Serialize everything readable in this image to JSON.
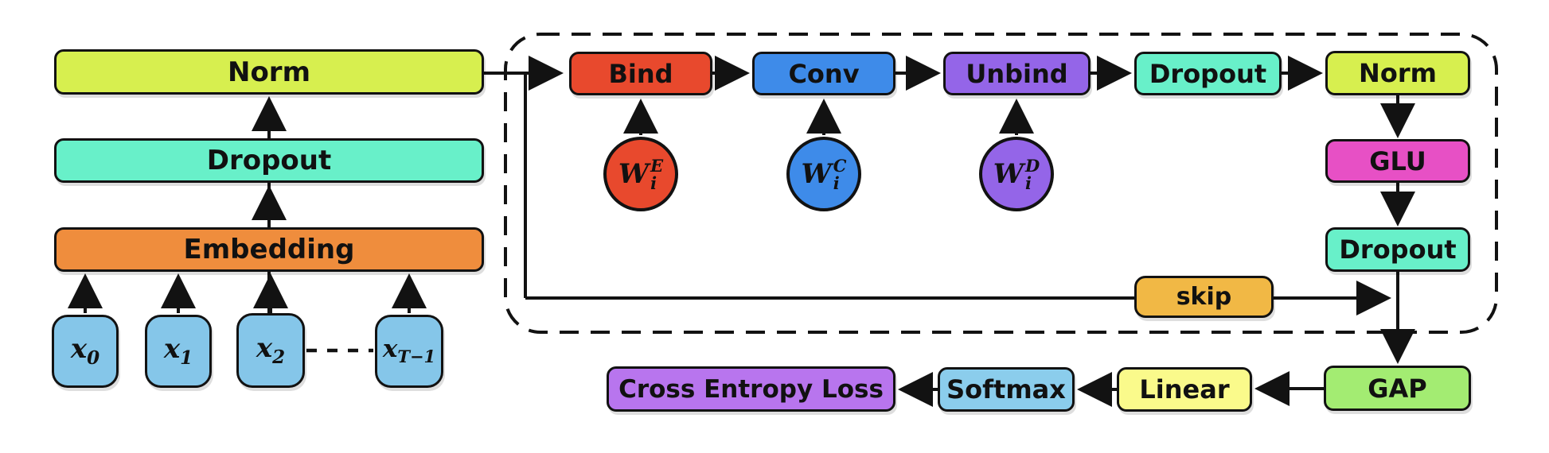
{
  "diagram": {
    "left_stack": {
      "norm": {
        "label": "Norm",
        "color": "#d7ef4f"
      },
      "dropout": {
        "label": "Dropout",
        "color": "#68f0c9"
      },
      "embedding": {
        "label": "Embedding",
        "color": "#ef8d3d"
      },
      "inputs": [
        {
          "base": "x",
          "sub": "0"
        },
        {
          "base": "x",
          "sub": "1"
        },
        {
          "base": "x",
          "sub": "2"
        },
        {
          "base": "x",
          "sub": "T−1"
        }
      ],
      "input_color": "#85c6e9"
    },
    "residual_block": {
      "pipeline": [
        {
          "label": "Bind",
          "color": "#e8492d"
        },
        {
          "label": "Conv",
          "color": "#3e8be9"
        },
        {
          "label": "Unbind",
          "color": "#9465e8"
        },
        {
          "label": "Dropout",
          "color": "#68f0c9"
        },
        {
          "label": "Norm",
          "color": "#d7ef4f"
        }
      ],
      "weights": [
        {
          "base": "W",
          "sub": "i",
          "sup": "E",
          "color": "#e8492d"
        },
        {
          "base": "W",
          "sub": "i",
          "sup": "C",
          "color": "#3e8be9"
        },
        {
          "base": "W",
          "sub": "i",
          "sup": "D",
          "color": "#9465e8"
        }
      ],
      "glu": {
        "label": "GLU",
        "color": "#e750c5"
      },
      "dropout2": {
        "label": "Dropout",
        "color": "#68f0c9"
      },
      "skip": {
        "label": "skip",
        "color": "#f1b845"
      }
    },
    "head": {
      "gap": {
        "label": "GAP",
        "color": "#a3ec72"
      },
      "linear": {
        "label": "Linear",
        "color": "#fafa8b"
      },
      "softmax": {
        "label": "Softmax",
        "color": "#8bcdec"
      },
      "loss": {
        "label": "Cross Entropy Loss",
        "color": "#b875ee"
      }
    }
  }
}
